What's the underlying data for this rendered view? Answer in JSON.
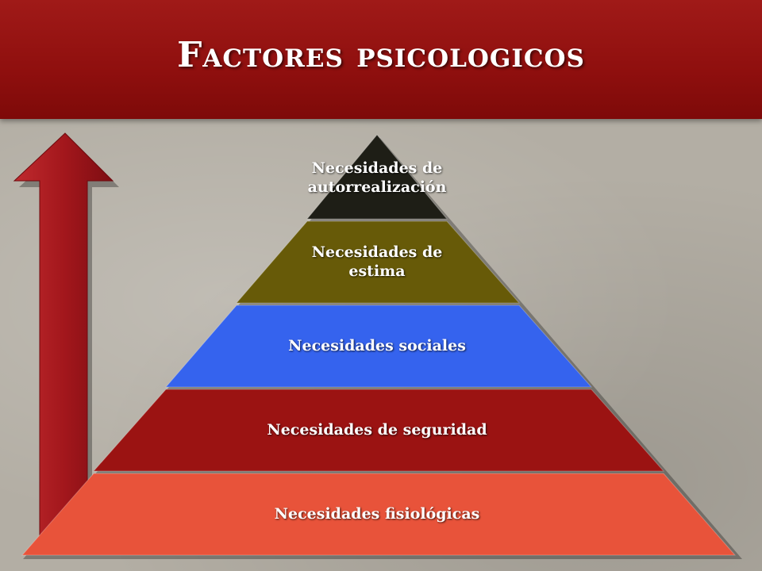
{
  "slide": {
    "title": "Factores psicologicos"
  },
  "pyramid": {
    "levels": [
      {
        "label": "Necesidades de autorrealización",
        "color": "#1e1e16"
      },
      {
        "label": "Necesidades de estima",
        "color": "#675a08"
      },
      {
        "label": "Necesidades sociales",
        "color": "#3563ee"
      },
      {
        "label": "Necesidades de seguridad",
        "color": "#9b1312"
      },
      {
        "label": "Necesidades fisiológicas",
        "color": "#e8533a"
      }
    ]
  },
  "colors": {
    "header": "#8f0f0e",
    "arrow": "#a3171c",
    "background": "#b3aea4"
  }
}
